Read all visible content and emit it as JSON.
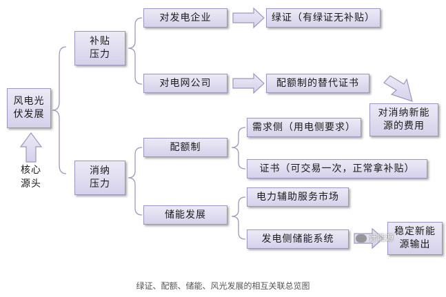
{
  "diagram": {
    "root": "风电光\n伏发展",
    "root_note": "核心\n源头",
    "pressures": {
      "subsidy": "补贴\n压力",
      "absorption": "消纳\n压力"
    },
    "nodes": {
      "gen_company": "对发电企业",
      "green_cert": "绿证（有绿证无补贴）",
      "grid_company": "对电网公司",
      "quota_cert": "配额制的替代证书",
      "absorption_cost": "对消纳新能\n源的费用",
      "quota": "配额制",
      "demand_side": "需求侧（用电侧要求）",
      "certificate": "证书（可交易一次，正常拿补贴）",
      "storage": "储能发展",
      "aux_market": "电力辅助服务市场",
      "gen_storage": "发电侧储能系统",
      "stable_output": "稳定新能\n源输出"
    }
  },
  "caption": "绿证、配额、储能、风光发展的相互关联总览图",
  "watermark": "计能源"
}
